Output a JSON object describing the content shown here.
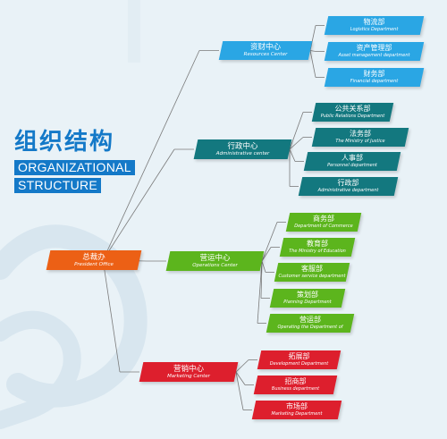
{
  "title": {
    "cn": "组织结构",
    "en_line1": "ORGANIZATIONAL",
    "en_line2": "STRUCTURE"
  },
  "colors": {
    "blue": "#2aa6e4",
    "teal": "#13787f",
    "green": "#5cb51d",
    "red": "#dd1f2d",
    "orange": "#ec6015",
    "line": "#7a7a7a"
  },
  "root": {
    "cn": "总裁办",
    "en": "President Office"
  },
  "centers": [
    {
      "id": "resources",
      "cn": "资财中心",
      "en": "Resources Center",
      "color": "blue",
      "departments": [
        {
          "cn": "物流部",
          "en": "Logistics Department"
        },
        {
          "cn": "资产管理部",
          "en": "Asset management department"
        },
        {
          "cn": "财务部",
          "en": "Financial department"
        }
      ]
    },
    {
      "id": "administrative",
      "cn": "行政中心",
      "en": "Administrative center",
      "color": "teal",
      "departments": [
        {
          "cn": "公共关系部",
          "en": "Public Relations Department"
        },
        {
          "cn": "法务部",
          "en": "The Ministry of Justice"
        },
        {
          "cn": "人事部",
          "en": "Personnel department"
        },
        {
          "cn": "行政部",
          "en": "Administrative department"
        }
      ]
    },
    {
      "id": "operations",
      "cn": "营运中心",
      "en": "Operations Center",
      "color": "green",
      "departments": [
        {
          "cn": "商务部",
          "en": "Department of Commerce"
        },
        {
          "cn": "教育部",
          "en": "The Ministry of Education"
        },
        {
          "cn": "客服部",
          "en": "Customer service department"
        },
        {
          "cn": "策划部",
          "en": "Planning Department"
        },
        {
          "cn": "营运部",
          "en": "Operating the Department of"
        }
      ]
    },
    {
      "id": "marketing",
      "cn": "营销中心",
      "en": "Marketing Center",
      "color": "red",
      "departments": [
        {
          "cn": "拓展部",
          "en": "Development Department"
        },
        {
          "cn": "招商部",
          "en": "Business department"
        },
        {
          "cn": "市场部",
          "en": "Marketing Department"
        }
      ]
    }
  ]
}
